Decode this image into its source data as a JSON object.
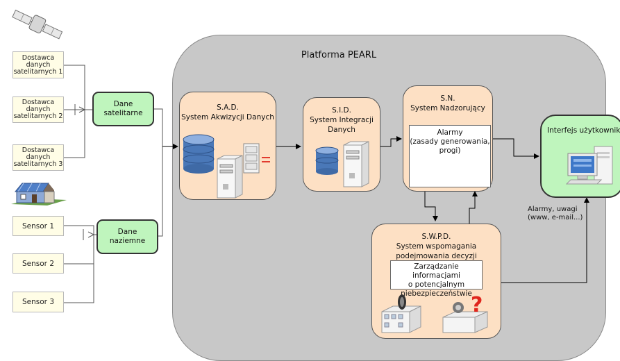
{
  "platform": {
    "title": "Platforma PEARL"
  },
  "providers": [
    {
      "label": "Dostawca\ndanych\nsatelitarnych 1"
    },
    {
      "label": "Dostawca\ndanych\nsatelitarnych 2"
    },
    {
      "label": "Dostawca\ndanych\nsatelitarnych 3"
    }
  ],
  "sensors": [
    {
      "label": "Sensor 1"
    },
    {
      "label": "Sensor 2"
    },
    {
      "label": "Sensor 3"
    }
  ],
  "groups": {
    "satellite": "Dane\nsatelitarne",
    "ground": "Dane\nnaziemne"
  },
  "systems": {
    "sad": {
      "title": "S.A.D.\nSystem Akwizycji Danych"
    },
    "sid": {
      "title": "S.I.D.\nSystem Integracji\nDanych"
    },
    "sn": {
      "title": "S.N.\nSystem Nadzorujący",
      "alarms": "Alarmy\n(zasady generowania,\nprogi)"
    },
    "swpd": {
      "title": "S.W.P.D.\nSystem wspomagania\npodejmowania decyzji",
      "info": "Zarządzanie informacjami\no potencjalnym\nniebezpieczeństwie"
    }
  },
  "user_interface": {
    "title": "Interfejs użytkownika"
  },
  "alerts_label": "Alarmy, uwagi\n(www, e-mail...)",
  "colors": {
    "platform": "#c8c8c8",
    "system_box": "#fde0c4",
    "green_box": "#bff5bd",
    "provider_box": "#fffde6"
  },
  "icons": [
    "satellite-icon",
    "house-solar-icon",
    "database-icon",
    "server-icon",
    "filing-cabinet-icon",
    "computer-workstation-icon",
    "building-icon",
    "info-desk-question-icon"
  ]
}
